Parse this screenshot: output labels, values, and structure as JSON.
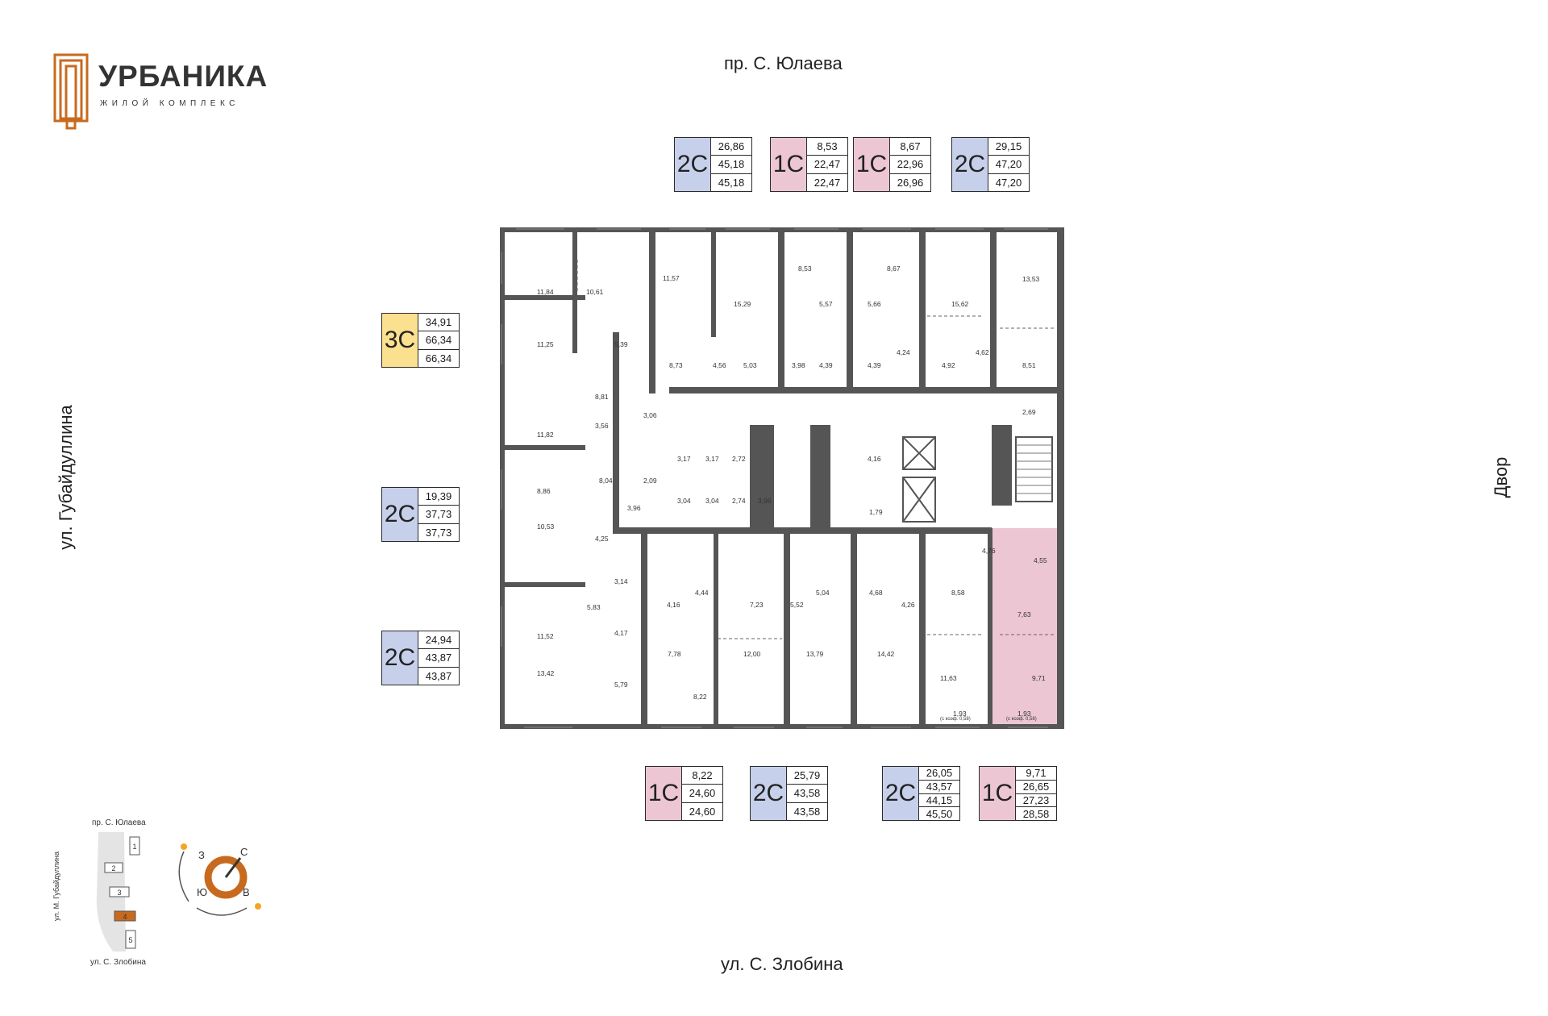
{
  "logo": {
    "title": "УРБАНИКА",
    "subtitle": "ЖИЛОЙ КОМПЛЕКС",
    "color": "#c86a1e"
  },
  "streets": {
    "top": "пр. С. Юлаева",
    "bottom": "ул. С. Злобина",
    "left": "ул. Губайдуллина",
    "right": "Двор"
  },
  "badges": {
    "top1": {
      "code": "2С",
      "values": [
        "26,86",
        "45,18",
        "45,18"
      ]
    },
    "top2": {
      "code": "1С",
      "values": [
        "8,53",
        "22,47",
        "22,47"
      ]
    },
    "top3": {
      "code": "1С",
      "values": [
        "8,67",
        "22,96",
        "26,96"
      ]
    },
    "top4": {
      "code": "2С",
      "values": [
        "29,15",
        "47,20",
        "47,20"
      ]
    },
    "left1": {
      "code": "3С",
      "values": [
        "34,91",
        "66,34",
        "66,34"
      ]
    },
    "left2": {
      "code": "2С",
      "values": [
        "19,39",
        "37,73",
        "37,73"
      ]
    },
    "left3": {
      "code": "2С",
      "values": [
        "24,94",
        "43,87",
        "43,87"
      ]
    },
    "bottom1": {
      "code": "1С",
      "values": [
        "8,22",
        "24,60",
        "24,60"
      ]
    },
    "bottom2": {
      "code": "2С",
      "values": [
        "25,79",
        "43,58",
        "43,58"
      ]
    },
    "bottom3": {
      "code": "2С",
      "values": [
        "26,05",
        "43,57",
        "44,15",
        "45,50"
      ]
    },
    "bottom4": {
      "code": "1С",
      "values": [
        "9,71",
        "26,65",
        "27,23",
        "28,58"
      ]
    }
  },
  "colors": {
    "blue": "#c6d0ea",
    "pink": "#ecc6d3",
    "yellow": "#fbe08f",
    "wall": "#555555",
    "accent": "#c86a1e"
  },
  "rooms": [
    "11,84",
    "10,61",
    "11,57",
    "15,29",
    "8,53",
    "8,67",
    "15,62",
    "13,53",
    "5,57",
    "5,66",
    "11,25",
    "5,39",
    "8,73",
    "4,56",
    "5,03",
    "3,98",
    "4,39",
    "4,39",
    "4,24",
    "4,92",
    "4,62",
    "8,51",
    "8,81",
    "3,06",
    "2,69",
    "11,82",
    "3,56",
    "3,17",
    "3,17",
    "2,72",
    "4,16",
    "8,86",
    "8,04",
    "2,09",
    "3,04",
    "3,04",
    "2,74",
    "3,96",
    "1,79",
    "3,96",
    "10,53",
    "4,25",
    "4,76",
    "4,55",
    "3,14",
    "4,44",
    "7,23",
    "5,04",
    "4,68",
    "4,26",
    "8,58",
    "5,83",
    "4,16",
    "5,52",
    "7,63",
    "11,52",
    "4,17",
    "7,78",
    "12,00",
    "13,79",
    "14,42",
    "13,42",
    "5,79",
    "11,63",
    "9,71",
    "8,22",
    "1,93",
    "1,93",
    "(с коэф. 0,58)",
    "(с коэф. 0,58)"
  ],
  "minimap": {
    "top_street": "пр. С. Юлаева",
    "bottom_street": "ул. С. Злобина",
    "left_street": "ул. М. Губайдуллина",
    "buildings": [
      "1",
      "2",
      "3",
      "4",
      "5"
    ],
    "compass": [
      "С",
      "З",
      "Ю",
      "В"
    ]
  }
}
